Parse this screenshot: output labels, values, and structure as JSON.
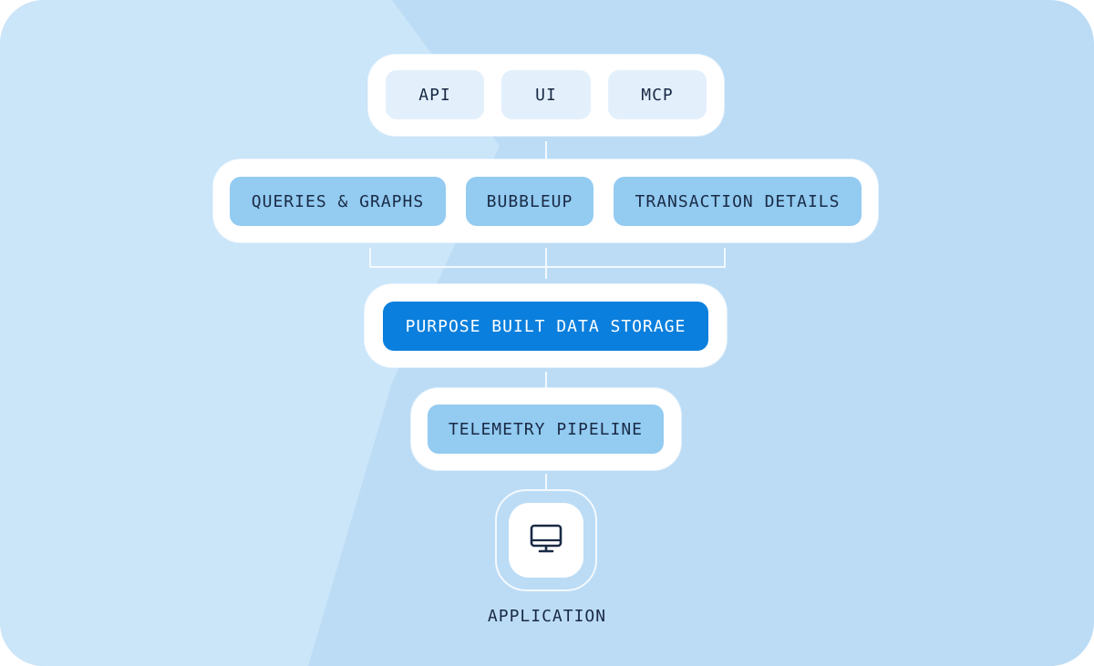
{
  "interfaces": {
    "items": [
      "API",
      "UI",
      "MCP"
    ]
  },
  "features": {
    "items": [
      "QUERIES & GRAPHS",
      "BUBBLEUP",
      "TRANSACTION DETAILS"
    ]
  },
  "storage": {
    "label": "PURPOSE BUILT DATA STORAGE"
  },
  "pipeline": {
    "label": "TELEMETRY PIPELINE"
  },
  "application": {
    "label": "APPLICATION",
    "icon": "monitor-icon"
  },
  "colors": {
    "background": "#bcdcf5",
    "background_light": "#cbe5f9",
    "card": "#ffffff",
    "pill_light": "#e3f0fc",
    "pill_mid": "#93cbf1",
    "pill_primary": "#0a7fdd",
    "text": "#1a2a45"
  }
}
